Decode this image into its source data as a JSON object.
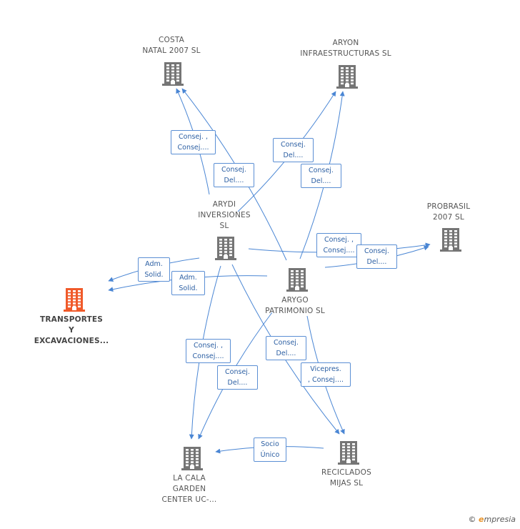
{
  "colors": {
    "edge": "#4a86d4",
    "company": "#757575",
    "focus": "#f05a2a"
  },
  "nodes": [
    {
      "id": "costa",
      "label": "COSTA\nNATAL 2007 SL",
      "icon": "building-icon"
    },
    {
      "id": "aryon",
      "label": "ARYON\nINFRAESTRUCTURAS SL",
      "icon": "building-icon"
    },
    {
      "id": "arydi",
      "label": "ARYDI\nINVERSIONES\nSL",
      "icon": "building-icon"
    },
    {
      "id": "probrasil",
      "label": "PROBRASIL\n2007 SL",
      "icon": "building-icon"
    },
    {
      "id": "transportes",
      "label": "TRANSPORTES\nY\nEXCAVACIONES...",
      "icon": "building-icon",
      "focus": true
    },
    {
      "id": "arygo",
      "label": "ARYGO\nPATRIMONIO SL",
      "icon": "building-icon"
    },
    {
      "id": "lacala",
      "label": "LA CALA\nGARDEN\nCENTER UC-...",
      "icon": "building-icon"
    },
    {
      "id": "reciclados",
      "label": "RECICLADOS\nMIJAS SL",
      "icon": "building-icon"
    }
  ],
  "edge_labels": [
    {
      "id": "arydi-costa",
      "text": "Consej. ,\nConsej...."
    },
    {
      "id": "arygo-costa",
      "text": "Consej.\nDel...."
    },
    {
      "id": "arydi-aryon",
      "text": "Consej.\nDel...."
    },
    {
      "id": "arygo-aryon",
      "text": "Consej.\nDel...."
    },
    {
      "id": "arydi-probrasil",
      "text": "Consej. ,\nConsej...."
    },
    {
      "id": "arygo-probrasil",
      "text": "Consej.\nDel...."
    },
    {
      "id": "arydi-transportes",
      "text": "Adm.\nSolid."
    },
    {
      "id": "arygo-transportes",
      "text": "Adm.\nSolid."
    },
    {
      "id": "arydi-lacala",
      "text": "Consej. ,\nConsej...."
    },
    {
      "id": "arygo-lacala",
      "text": "Consej.\nDel...."
    },
    {
      "id": "arydi-reciclados",
      "text": "Consej.\nDel...."
    },
    {
      "id": "arygo-reciclados",
      "text": "Vicepres.\n, Consej...."
    },
    {
      "id": "reciclados-lacala",
      "text": "Socio\nÚnico"
    }
  ],
  "footer": {
    "copyright_symbol": "©",
    "brand_initial": "e",
    "brand_rest": "mpresia"
  }
}
